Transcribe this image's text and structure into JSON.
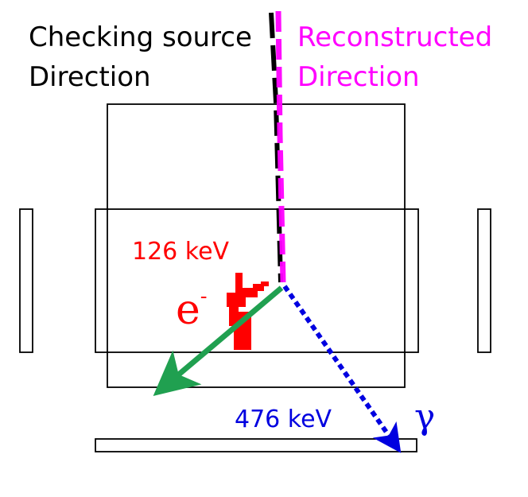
{
  "labels": {
    "checking_line1": "Checking source",
    "checking_line2": "Direction",
    "reconstructed_line1": "Reconstructed",
    "reconstructed_line2": "Direction",
    "electron_energy": "126 keV",
    "electron_symbol": "e",
    "electron_charge": "-",
    "gamma_energy": "476 keV",
    "gamma_symbol": "γ"
  },
  "colors": {
    "checking_direction": "#000000",
    "reconstructed_direction": "#ff00ff",
    "electron": "#ff0000",
    "electron_track": "#20a050",
    "gamma": "#0000e0",
    "detector_outline": "#000000"
  }
}
